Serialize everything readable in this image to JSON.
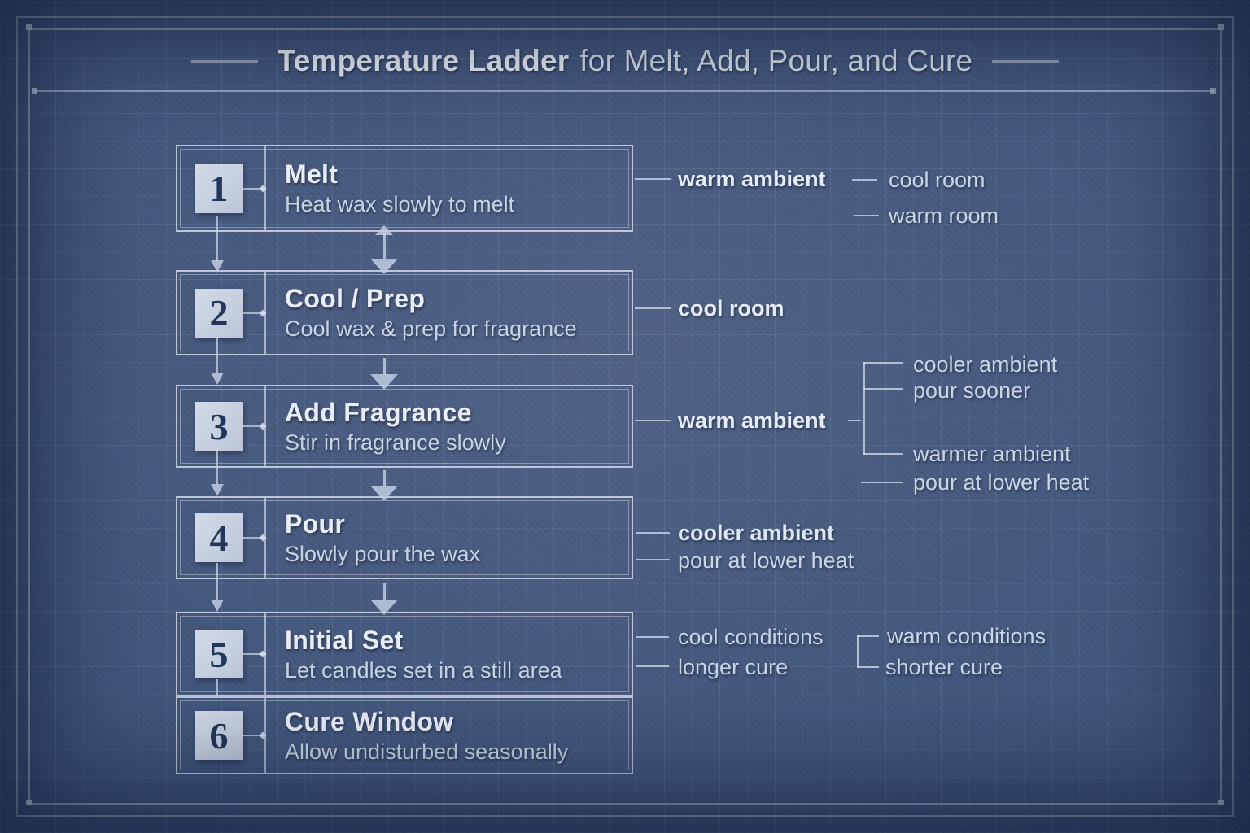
{
  "title": {
    "emphasis": "Temperature Ladder",
    "rest": "for Melt, Add, Pour, and Cure"
  },
  "steps": [
    {
      "number": "1",
      "title": "Melt",
      "description": "Heat wax slowly to melt"
    },
    {
      "number": "2",
      "title": "Cool / Prep",
      "description": "Cool wax & prep for fragrance"
    },
    {
      "number": "3",
      "title": "Add Fragrance",
      "description": "Stir in fragrance slowly"
    },
    {
      "number": "4",
      "title": "Pour",
      "description": "Slowly pour the wax"
    },
    {
      "number": "5",
      "title": "Initial Set",
      "description": "Let candles set in a still area"
    },
    {
      "number": "6",
      "title": "Cure Window",
      "description": "Allow undisturbed seasonally"
    }
  ],
  "annotations": {
    "melt": {
      "label": "warm ambient",
      "branches": [
        "cool room",
        "warm room"
      ]
    },
    "cool_prep": {
      "label": "cool room"
    },
    "add_fragrance": {
      "label": "warm ambient",
      "upper_branch": [
        "cooler ambient",
        "pour sooner"
      ],
      "lower_branch": "warmer ambient",
      "note": "pour at lower heat"
    },
    "pour": {
      "lines": [
        "cooler ambient",
        "pour at lower heat"
      ]
    },
    "initial_set": {
      "left": [
        "cool conditions",
        "longer cure"
      ],
      "right": [
        "warm conditions",
        "shorter cure"
      ]
    }
  },
  "colors": {
    "background": "#3d5278",
    "line": "#cfdae8",
    "text_bright": "#eaeff7",
    "text_muted": "#c7d3e3",
    "number_square_bg": "#c9d3e1",
    "number_text": "#23375a"
  }
}
